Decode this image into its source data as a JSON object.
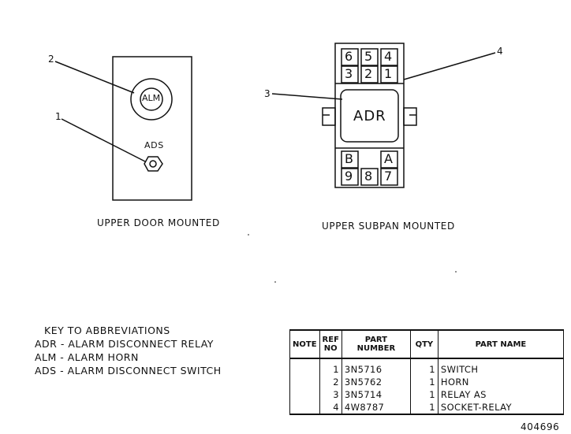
{
  "door": {
    "horn_label": "ALM",
    "switch_label": "ADS",
    "callout_horn": "2",
    "callout_switch": "1",
    "caption": "UPPER DOOR MOUNTED"
  },
  "subpan": {
    "top_pins_row1": [
      "6",
      "5",
      "4"
    ],
    "top_pins_row2": [
      "3",
      "2",
      "1"
    ],
    "relay_label": "ADR",
    "bottom_row1": [
      "B",
      "A"
    ],
    "bottom_row2": [
      "9",
      "8",
      "7"
    ],
    "callout_relay": "3",
    "callout_socket": "4",
    "caption": "UPPER SUBPAN MOUNTED"
  },
  "key": {
    "title": "KEY TO ABBREVIATIONS",
    "items": [
      "ADR - ALARM DISCONNECT RELAY",
      "ALM - ALARM HORN",
      "ADS - ALARM DISCONNECT SWITCH"
    ]
  },
  "parts_table": {
    "headers": {
      "note": "NOTE",
      "ref": "REF NO",
      "part": "PART NUMBER",
      "qty": "QTY",
      "name": "PART NAME"
    },
    "rows": [
      {
        "ref": "1",
        "part": "3N5716",
        "qty": "1",
        "name": "SWITCH"
      },
      {
        "ref": "2",
        "part": "3N5762",
        "qty": "1",
        "name": "HORN"
      },
      {
        "ref": "3",
        "part": "3N5714",
        "qty": "1",
        "name": "RELAY AS"
      },
      {
        "ref": "4",
        "part": "4W8787",
        "qty": "1",
        "name": "SOCKET-RELAY"
      }
    ]
  },
  "figure_number": "404696"
}
